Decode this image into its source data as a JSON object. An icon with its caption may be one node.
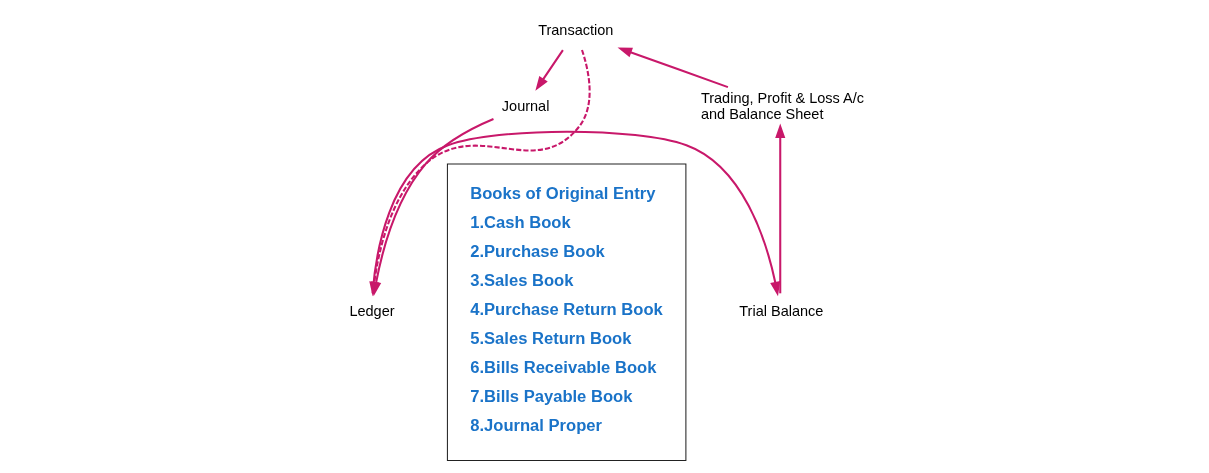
{
  "diagram": {
    "nodes": [
      {
        "text": [
          "Transaction"
        ]
      },
      {
        "text": [
          "Journal"
        ]
      },
      {
        "text": [
          "Ledger"
        ]
      },
      {
        "text": [
          "Trial Balance"
        ]
      },
      {
        "text": [
          "Trading, Profit & Loss A/c and Balance Sheet"
        ]
      },
      {
        "text": [
          "Books of Original Entry",
          "1.Cash Book",
          "2.Purchase Book",
          "3.Sales Book",
          "4.Purchase Return Book",
          "5.Sales Return Book",
          "6.Bills Receivable Book",
          "7.Bills Payable Book",
          "8.Journal Proper"
        ]
      }
    ],
    "edges": [
      {
        "from": 0,
        "to": 1,
        "arrow": "to"
      },
      {
        "from": 1,
        "to": 2,
        "arrow": "to"
      },
      {
        "from": 2,
        "to": 3,
        "arrow": "to"
      },
      {
        "from": 3,
        "to": 4,
        "arrow": "to"
      },
      {
        "from": 4,
        "to": 0,
        "arrow": "to"
      },
      {
        "from": 0,
        "to": 2,
        "arrow": "to",
        "style": "dashed"
      }
    ]
  }
}
